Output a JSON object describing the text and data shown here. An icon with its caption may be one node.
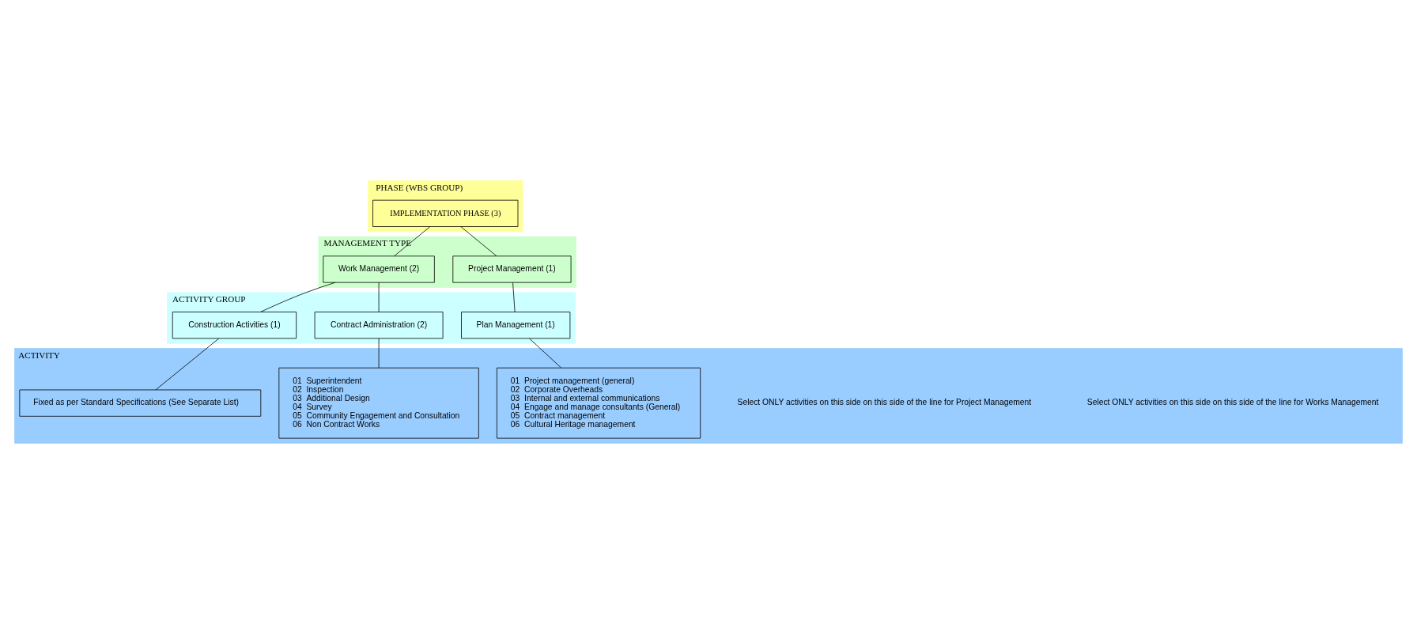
{
  "diagram": {
    "nodes": [
      {
        "text": [
          "PHASE (WBS GROUP)"
        ]
      },
      {
        "text": [
          "IMPLEMENTATION PHASE (3)"
        ],
        "in": 0
      },
      {
        "text": [
          "MANAGEMENT TYPE"
        ]
      },
      {
        "text": [
          "Project Management (1)"
        ],
        "in": 2
      },
      {
        "text": [
          "Work Management (2)"
        ],
        "in": 2
      },
      {
        "text": [
          "ACTIVITY GROUP"
        ]
      },
      {
        "text": [
          "Plan Management (1)"
        ],
        "in": 5
      },
      {
        "text": [
          "Construction Activities (1)"
        ],
        "in": 5
      },
      {
        "text": [
          "Contract Administration (2)"
        ],
        "in": 5
      },
      {
        "text": [
          "ACTIVITY"
        ]
      },
      {
        "text": [
          "01  Project management (general)",
          "02  Corporate Overheads",
          "03  Internal and external communications",
          "04  Engage and manage consultants (General)",
          "05  Contract management",
          "06  Cultural Heritage management"
        ],
        "in": 9
      },
      {
        "text": [
          "Fixed as per Standard Specifications (See Separate List)"
        ],
        "in": 9
      },
      {
        "text": [
          "01  Superintendent",
          "02  Inspection",
          "03  Additional Design",
          "04  Survey",
          "05  Community Engagement and Consultation",
          "06  Non Contract Works"
        ],
        "in": 9
      }
    ],
    "edges": [
      {
        "from": 1,
        "to": 3,
        "arrow": "none"
      },
      {
        "from": 1,
        "to": 4,
        "arrow": "none"
      },
      {
        "from": 3,
        "to": 6,
        "arrow": "none"
      },
      {
        "from": 4,
        "to": 7,
        "arrow": "none"
      },
      {
        "from": 4,
        "to": 8,
        "arrow": "none"
      },
      {
        "from": 6,
        "to": 10,
        "arrow": "none"
      },
      {
        "from": 7,
        "to": 11,
        "arrow": "none"
      },
      {
        "from": 8,
        "to": 12,
        "arrow": "none"
      }
    ],
    "labels": [
      "Select ONLY activities on this side on this side of the line for Project Management",
      "Select ONLY activities on this side on this side of the line for Works Management"
    ]
  }
}
